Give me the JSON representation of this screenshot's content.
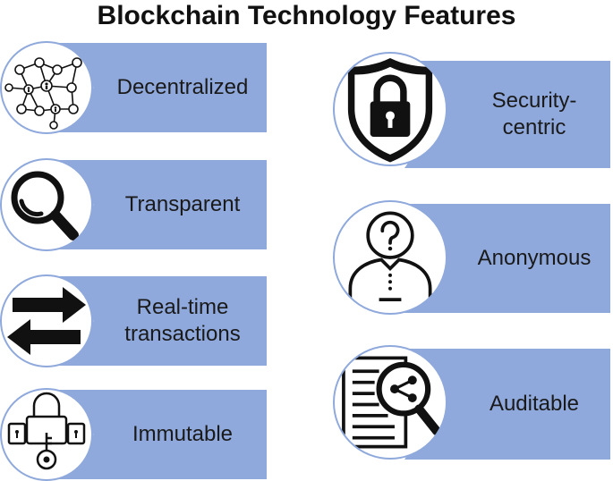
{
  "title": "Blockchain Technology Features",
  "colors": {
    "banner": "#8fa9dc",
    "circle_border": "#8fa9dc",
    "icon": "#111111",
    "title": "#111111"
  },
  "features": [
    {
      "label": "Decentralized",
      "icon": "network-icon"
    },
    {
      "label": "Transparent",
      "icon": "magnifier-icon"
    },
    {
      "label": "Real-time\ntransactions",
      "icon": "arrows-exchange-icon"
    },
    {
      "label": "Immutable",
      "icon": "lock-key-icon"
    },
    {
      "label": "Security-\ncentric",
      "icon": "shield-lock-icon"
    },
    {
      "label": "Anonymous",
      "icon": "anonymous-person-icon"
    },
    {
      "label": "Auditable",
      "icon": "document-magnifier-icon"
    }
  ]
}
